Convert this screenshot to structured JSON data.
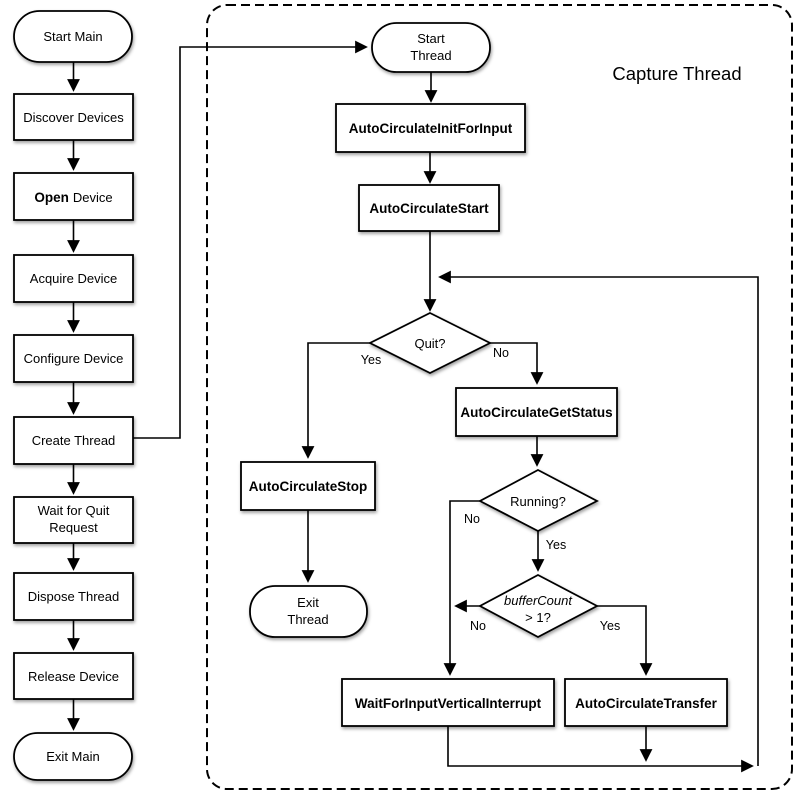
{
  "canvas": {
    "bg": "#ffffff",
    "line_color": "#000000"
  },
  "main_flow": {
    "nodes": {
      "start": "Start Main",
      "discover": "Discover Devices",
      "open_bold": "Open",
      "open_rest": "Device",
      "acquire": "Acquire Device",
      "configure": "Configure Device",
      "create": "Create Thread",
      "wait_line1": "Wait for Quit",
      "wait_line2": "Request",
      "dispose": "Dispose Thread",
      "release": "Release Device",
      "exit": "Exit Main"
    }
  },
  "capture_thread": {
    "title": "Capture Thread",
    "nodes": {
      "start_line1": "Start",
      "start_line2": "Thread",
      "init": "AutoCirculateInitForInput",
      "start_call": "AutoCirculateStart",
      "quit": "Quit?",
      "get_status": "AutoCirculateGetStatus",
      "running": "Running?",
      "buffer_line1": "bufferCount",
      "buffer_line2": "> 1?",
      "stop": "AutoCirculateStop",
      "exit_line1": "Exit",
      "exit_line2": "Thread",
      "wait_interrupt": "WaitForInputVerticalInterrupt",
      "transfer": "AutoCirculateTransfer"
    },
    "labels": {
      "quit_yes": "Yes",
      "quit_no": "No",
      "running_no": "No",
      "running_yes": "Yes",
      "buffer_no": "No",
      "buffer_yes": "Yes"
    }
  }
}
